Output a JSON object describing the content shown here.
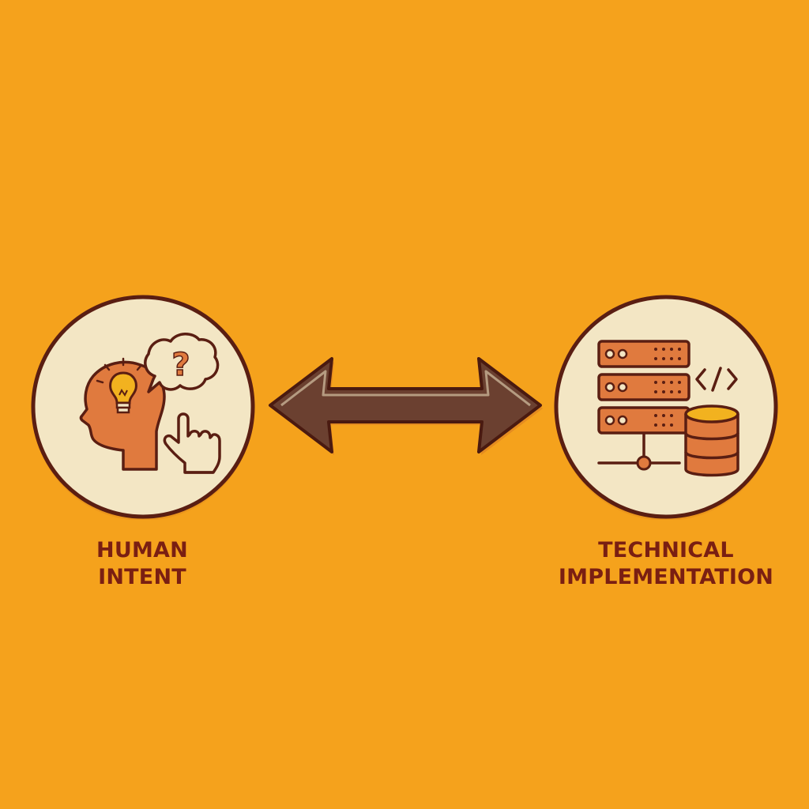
{
  "colors": {
    "background": "#F5A21C",
    "circle_fill": "#F3E6C4",
    "outline": "#5A1E12",
    "accent": "#E07A3E",
    "bulb": "#F2B21F",
    "arrow_fill": "#6B4030",
    "label": "#7A1F12"
  },
  "nodes": {
    "left": {
      "label_line1": "HUMAN",
      "label_line2": "INTENT",
      "icons": [
        "head-icon",
        "lightbulb-icon",
        "question-bubble-icon",
        "pointer-hand-icon"
      ]
    },
    "right": {
      "label_line1": "TECHNICAL",
      "label_line2": "IMPLEMENTATION",
      "icons": [
        "server-rack-icon",
        "code-tag-icon",
        "database-icon",
        "network-icon"
      ]
    }
  },
  "connector": {
    "icon": "double-arrow-icon"
  }
}
